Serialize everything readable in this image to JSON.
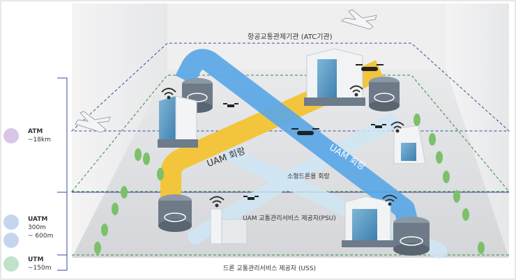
{
  "labels": {
    "atc": "항공교통관제기관 (ATC기관)",
    "uam_corridor": "UAM 회랑",
    "drone_corridor": "소형드론용 회랑",
    "psu": "UAM 교통관리서비스 제공자(PSU)",
    "uss": "드론 교통관리서비스 제공자 (USS)"
  },
  "legend": [
    {
      "name": "ATM",
      "range": "~18km",
      "color": "#d9c6e6"
    },
    {
      "name": "UATM",
      "range": "300m\n~\n600m",
      "color": "#c4d6ee"
    },
    {
      "name": "UTM",
      "range": "~150m",
      "color": "#bfe3c9"
    }
  ],
  "legend_ranges": {
    "atm": "~18km",
    "uatm_top": "300m",
    "uatm_bottom": "~ 600m",
    "utm": "~150m"
  },
  "colors": {
    "uam_blue": "#5aa7e6",
    "uam_yellow": "#f2c53d",
    "drone_corridor": "#cfe6f4",
    "dash_top": "#3a4a9a",
    "dash_green": "#2f8a3a",
    "bracket": "#3a4a9a"
  },
  "icons": [
    "airplane-icon",
    "drone-icon",
    "evtol-icon",
    "building-icon",
    "tree-icon",
    "wifi-icon",
    "vertiport-icon"
  ]
}
